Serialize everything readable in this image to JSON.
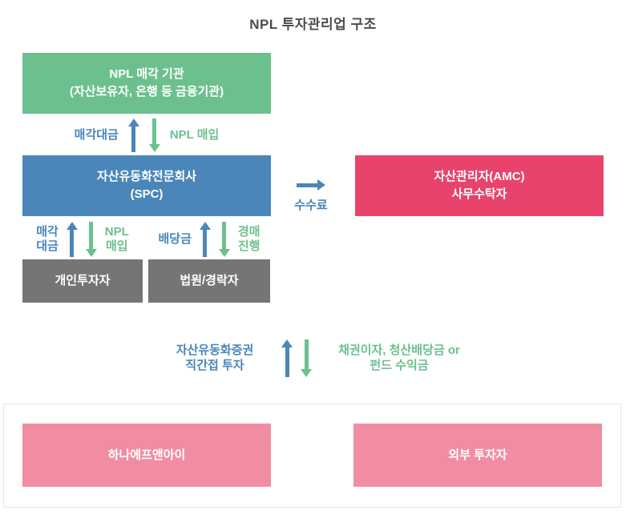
{
  "title": "NPL 투자관리업 구조",
  "colors": {
    "green": "#6CC08E",
    "blue": "#4A86B9",
    "crimson": "#E8436B",
    "gray": "#757575",
    "pink": "#F18DA3"
  },
  "diagram": {
    "npl_seller": {
      "line1": "NPL 매각 기관",
      "line2": "(자산보유자, 은행 등 금융기관)"
    },
    "flow_top": {
      "up_label": "매각대금",
      "down_label": "NPL 매입"
    },
    "spc": {
      "line1": "자산유동화전문회사",
      "line2": "(SPC)"
    },
    "fee": {
      "label": "수수료"
    },
    "amc": {
      "line1": "자산관리자(AMC)",
      "line2": "사무수탁자"
    },
    "flow_left": {
      "up_line1": "매각",
      "up_line2": "대금",
      "down_line1": "NPL",
      "down_line2": "매입"
    },
    "flow_right": {
      "up_label": "배당금",
      "down_line1": "경매",
      "down_line2": "진행"
    },
    "individual_investor": {
      "label": "개인투자자"
    },
    "court": {
      "label": "법원/경락자"
    },
    "flow_bottom": {
      "up_line1": "자산유동화증권",
      "up_line2": "직간접 투자",
      "down_line1": "채권이자, 청산배당금 or",
      "down_line2": "펀드 수익금"
    },
    "bottom_panel": {
      "hana": {
        "label": "하나에프앤아이"
      },
      "external": {
        "label": "외부 투자자"
      }
    }
  }
}
